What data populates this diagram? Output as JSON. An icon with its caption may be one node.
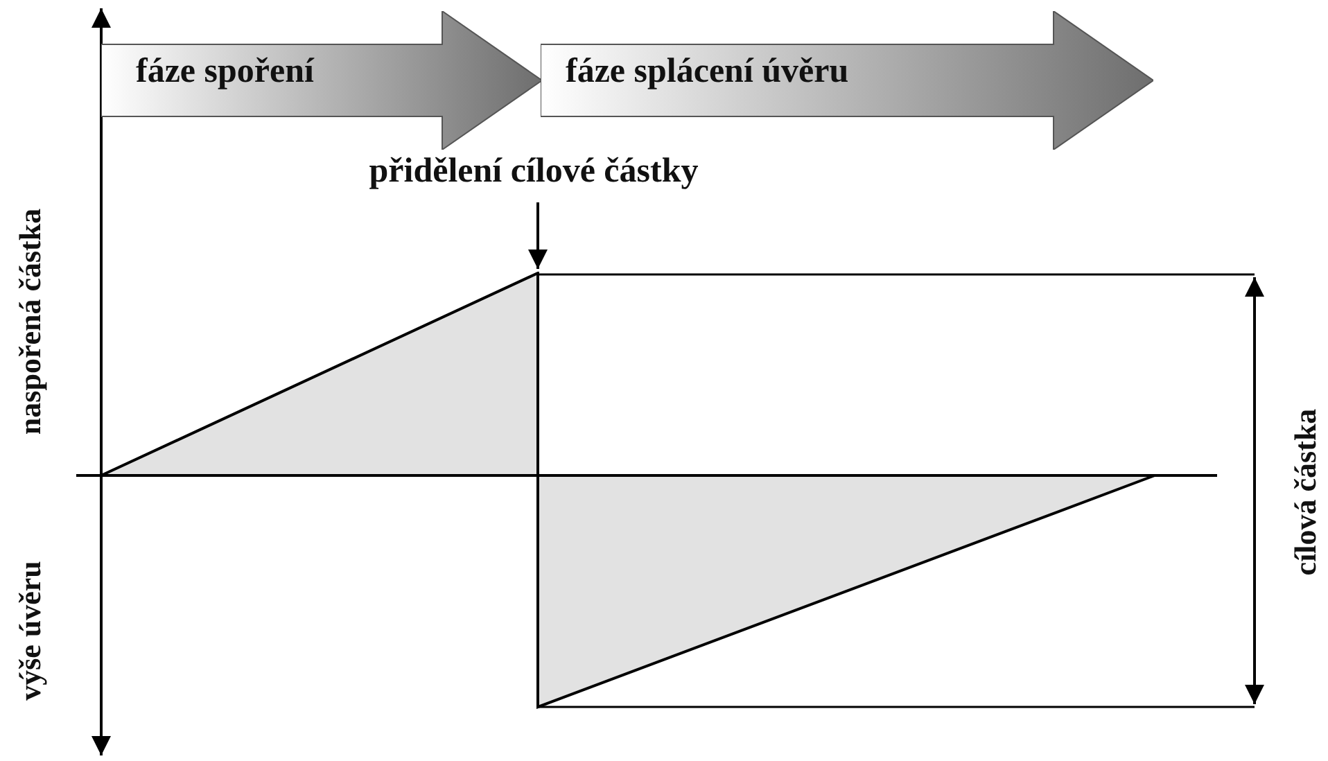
{
  "diagram": {
    "nodes": [
      {
        "text": [
          "fáze spoření"
        ]
      },
      {
        "text": [
          "fáze splácení úvěru"
        ]
      },
      {
        "text": [
          "přidělení cílové částky"
        ]
      },
      {
        "text": [],
        "shape": "triangle"
      }
    ],
    "edges": [
      {
        "from": 2,
        "to": 3,
        "arrow": "to"
      }
    ],
    "labels": [
      "naspořená částka",
      "výše úvěru",
      "cílová částka"
    ]
  }
}
